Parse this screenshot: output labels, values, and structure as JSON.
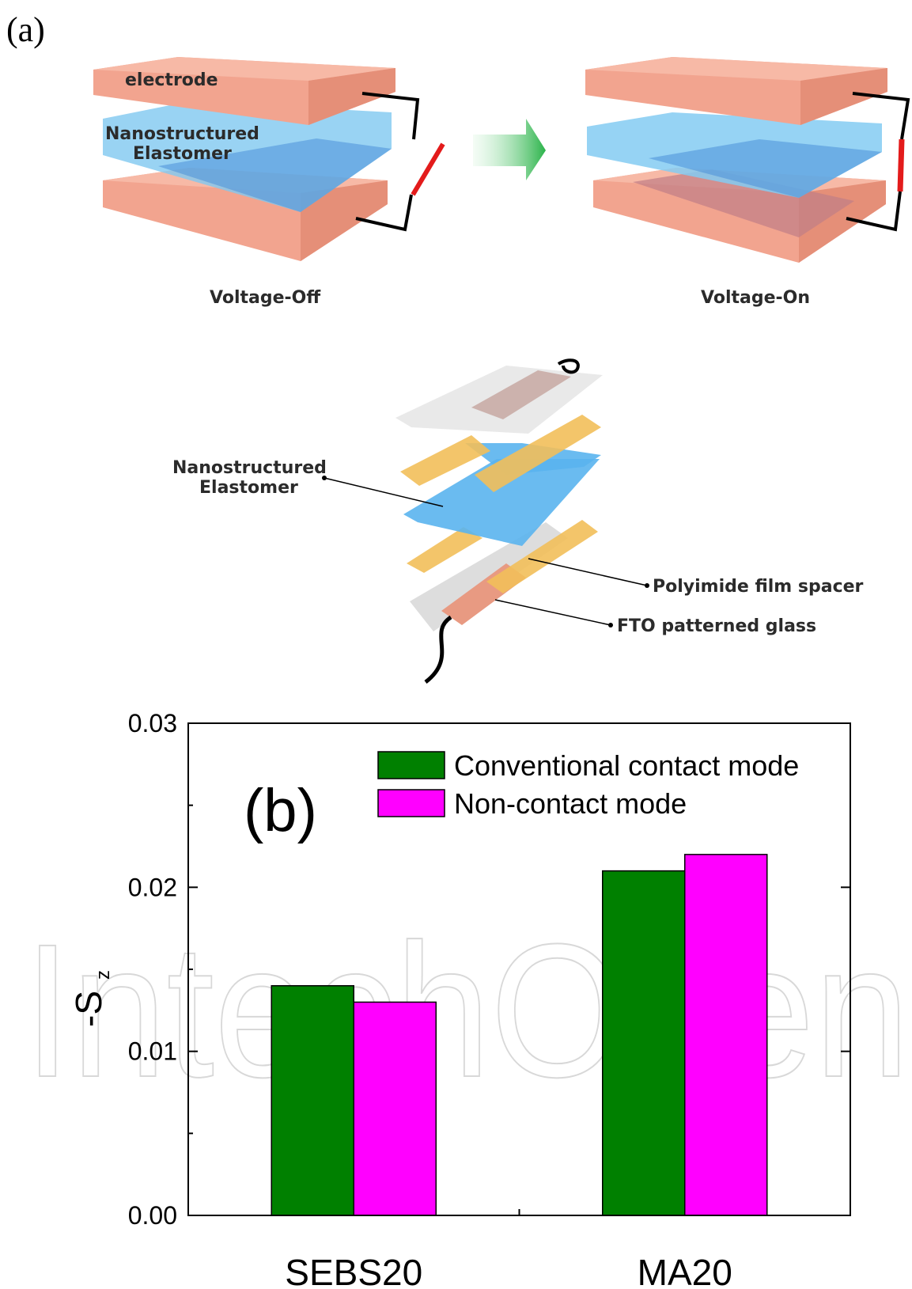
{
  "panel_a": {
    "label": "(a)",
    "top_left": {
      "electrode": "electrode",
      "elastomer_line1": "Nanostructured",
      "elastomer_line2": "Elastomer",
      "caption": "Voltage-Off"
    },
    "top_right": {
      "caption": "Voltage-On"
    },
    "stack": {
      "elastomer_line1": "Nanostructured",
      "elastomer_line2": "Elastomer",
      "spacer": "Polyimide film spacer",
      "glass": "FTO patterned glass"
    }
  },
  "chart_data": {
    "type": "bar",
    "panel_label": "(b)",
    "categories": [
      "SEBS20",
      "MA20"
    ],
    "series": [
      {
        "name": "Conventional contact mode",
        "color": "#008000",
        "values": [
          0.014,
          0.021
        ]
      },
      {
        "name": "Non-contact mode",
        "color": "#ff00ff",
        "values": [
          0.013,
          0.022
        ]
      }
    ],
    "ylabel": "-S",
    "ylabel_sub": "z",
    "ylim": [
      0,
      0.03
    ],
    "yticks": [
      "0.00",
      "0.01",
      "0.02",
      "0.03"
    ],
    "ytick_values": [
      0,
      0.01,
      0.02,
      0.03
    ],
    "legend_position": "top-right",
    "watermark": "IntechOpen"
  }
}
